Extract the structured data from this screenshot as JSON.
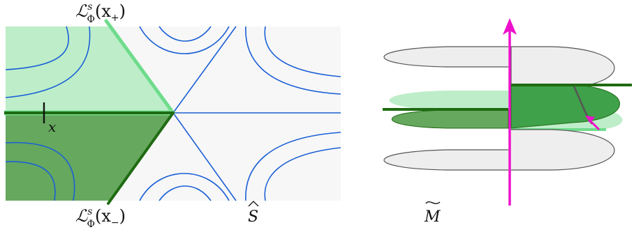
{
  "left_panel": {
    "label_top": {
      "script": "ℒ",
      "sup": "s",
      "sub": "Φ",
      "arg": "(x",
      "arg_sub": "+",
      "close": ")"
    },
    "label_bottom": {
      "script": "ℒ",
      "sup": "s",
      "sub": "Φ",
      "arg": "(x",
      "arg_sub": "−",
      "close": ")"
    },
    "point_label": "x",
    "surface_label": "S"
  },
  "right_panel": {
    "manifold_label": "M"
  },
  "colors": {
    "background_panel": "#f7f7f7",
    "light_green": "#bdeec9",
    "dark_green": "#66a85e",
    "bright_green": "#6fdc8c",
    "deep_green": "#1f6b12",
    "contour_blue": "#1a5fd6",
    "magenta": "#ee11cc",
    "gray_outline": "#555555"
  }
}
